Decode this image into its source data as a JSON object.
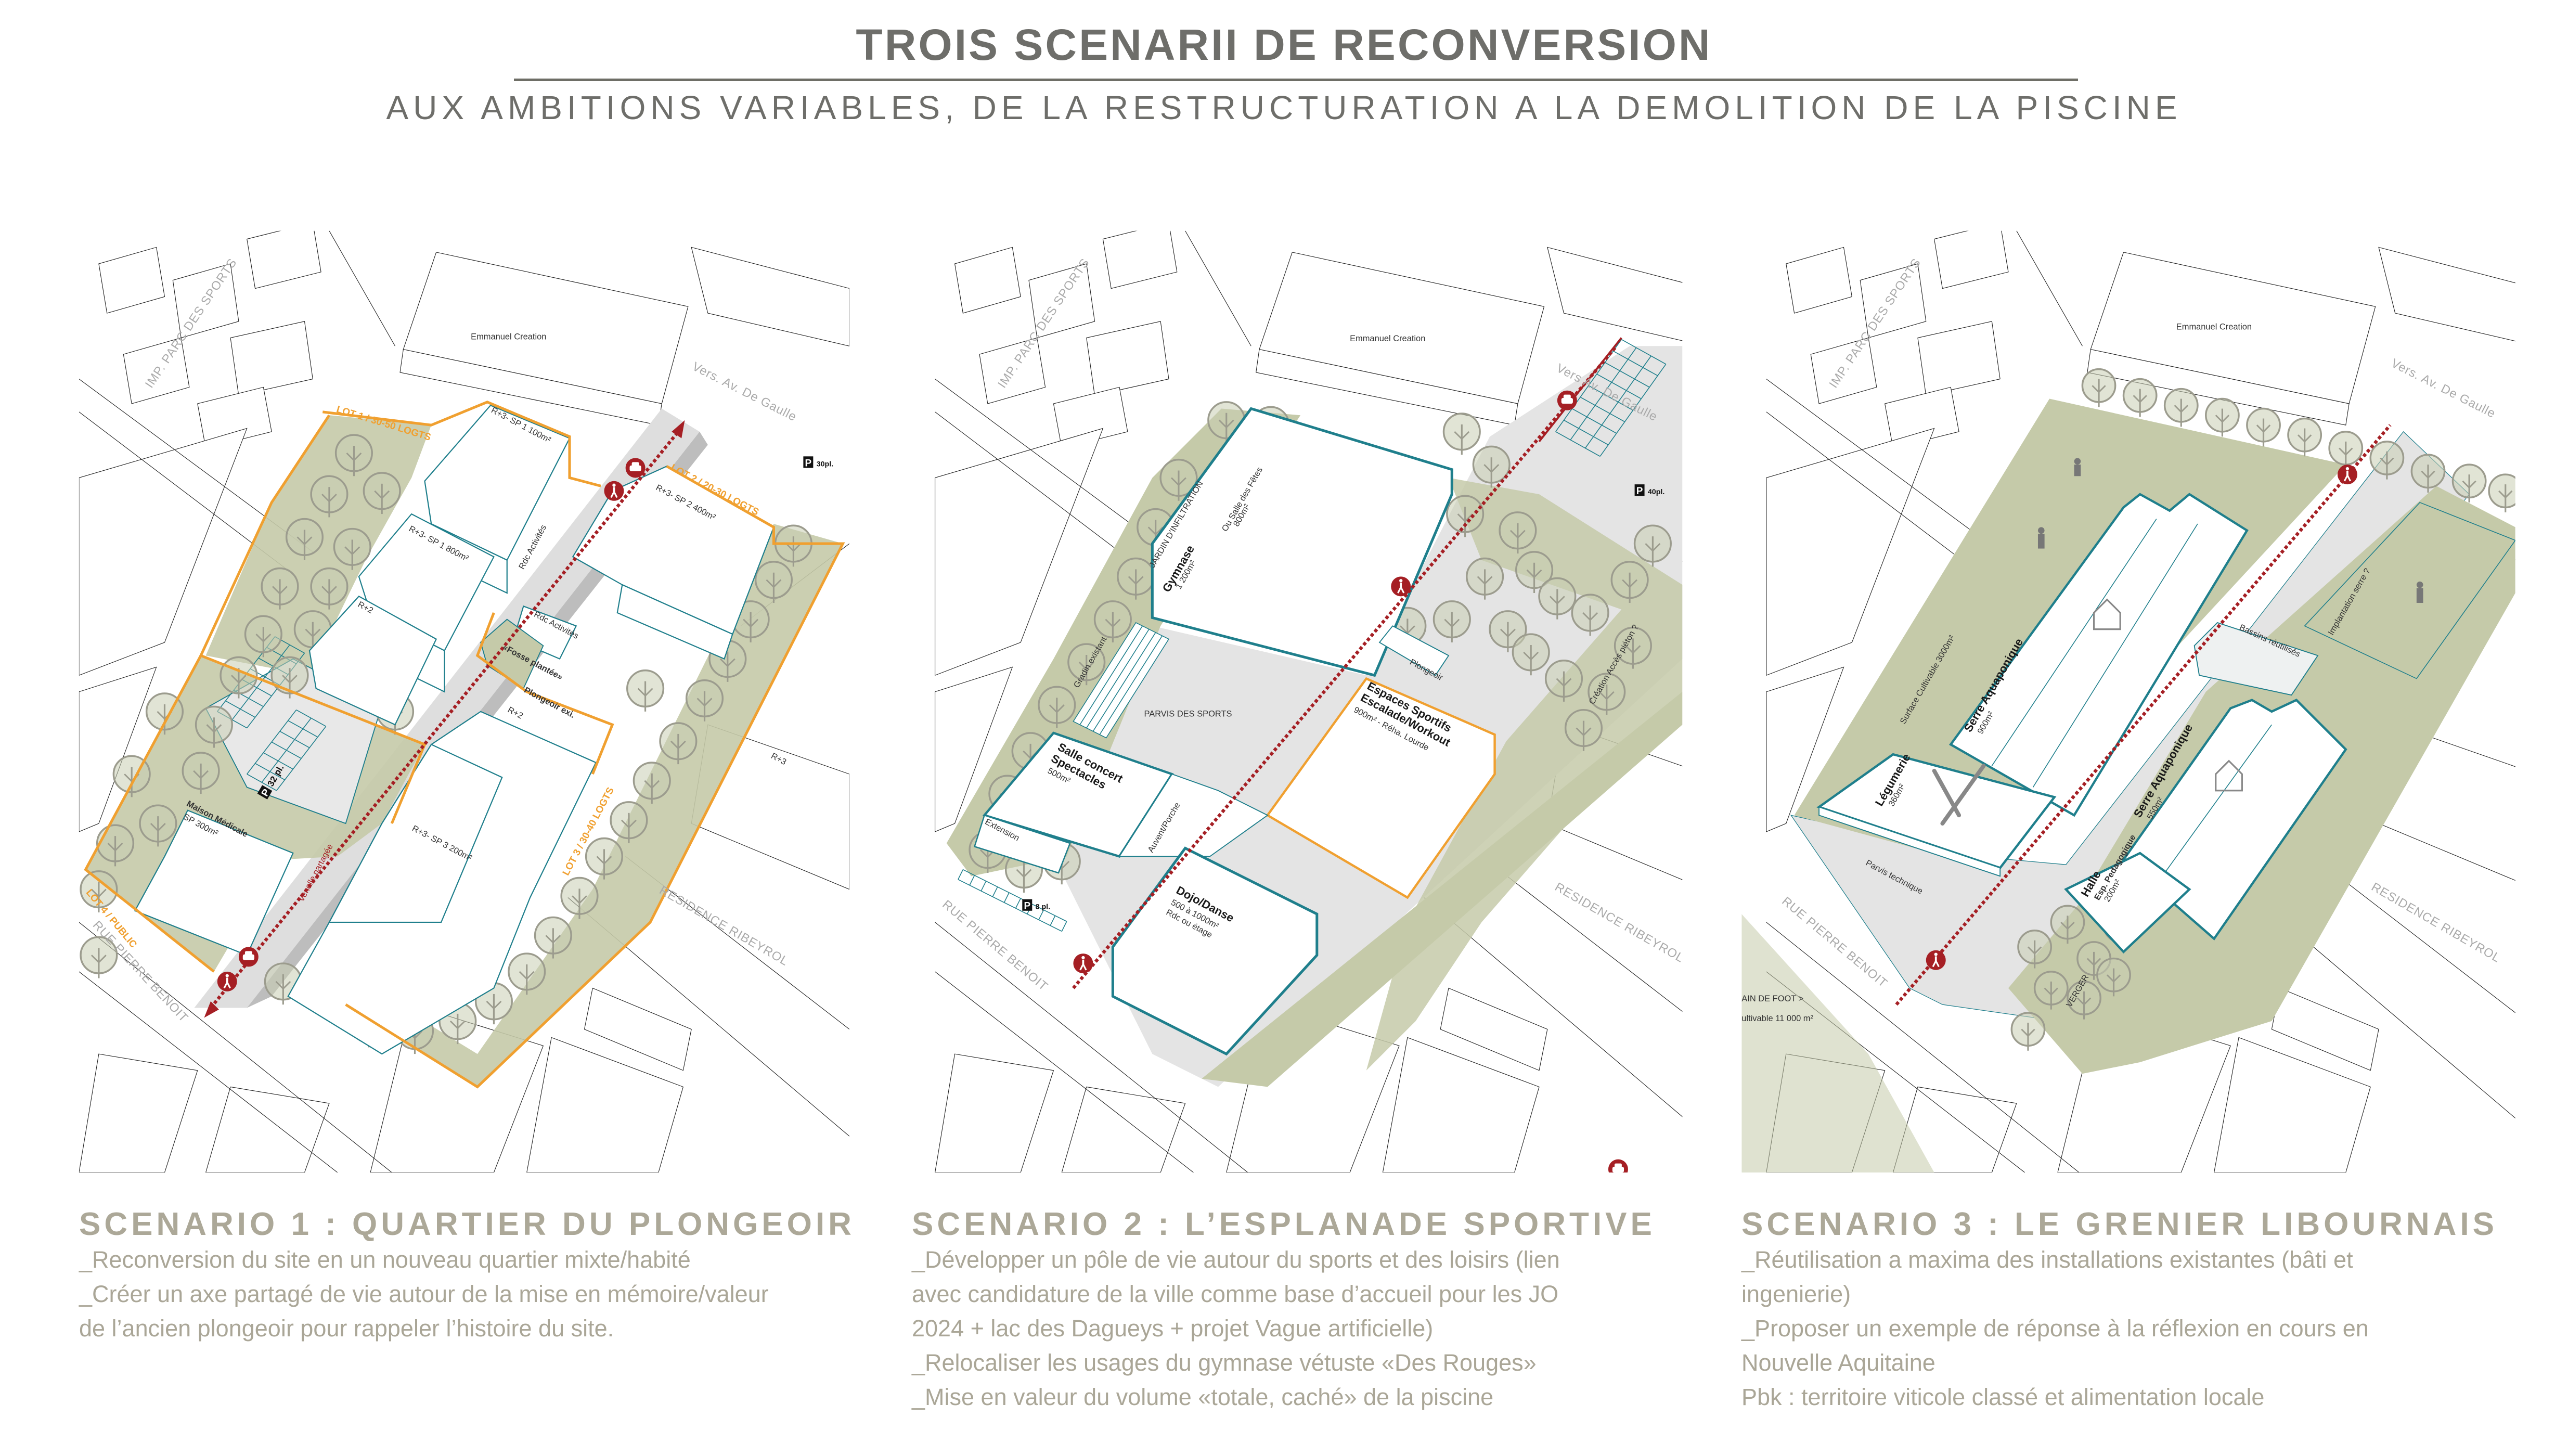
{
  "header": {
    "title": "TROIS SCENARII DE RECONVERSION",
    "subtitle": "AUX AMBITIONS VARIABLES, DE LA RESTRUCTURATION A LA DEMOLITION DE LA PISCINE"
  },
  "colors": {
    "green": "#c5caa9",
    "orange": "#f0a030",
    "teal": "#1f7f8c",
    "red": "#a51f24",
    "road": "#e4e4e4",
    "text_gray": "#aca898"
  },
  "parking_icon": "P",
  "scenarios": [
    {
      "heading": "SCENARIO 1 : QUARTIER DU PLONGEOIR",
      "lines": [
        "_Reconversion du site en un nouveau quartier mixte/habité",
        "_Créer un axe partagé de vie autour de la mise en mémoire/valeur",
        "de l’ancien plongeoir pour rappeler l’histoire du site."
      ],
      "map": {
        "street_imp": "IMP. PARC DES SPORTS",
        "existing_building": "Emmanuel Creation",
        "direction": "Vers. Av. De Gaulle",
        "parking_north": "30pl.",
        "lot1": "LOT 1 / 30-50 LOGTS",
        "lot2": "LOT 2 / 20-30 LOGTS",
        "lot3": "LOT 3 / 30-40 LOGTS",
        "lot4": "LOT 4 / PUBLIC",
        "b1": "R+3- SP 1 100m²",
        "b2": "R+3- SP 1 800m²",
        "b3": "R+2",
        "rdc1": "Rdc Activités",
        "rdc2": "Rdc Activités",
        "b5": "R+3- SP 2 400m²",
        "fosse": "«Fosse plantée»",
        "plongeoir": "Plongeoir exi.",
        "r2b": "R+2",
        "r3": "R+3",
        "parking_south": "32 pl.",
        "maison": "Maison Médicale",
        "maison_sp": "SP 300m²",
        "b_lot3": "R+3- SP 3 200m²",
        "venelle": "Venelle partagée",
        "street_rue": "RUE PIERRE BENOIT",
        "residence": "RESIDENCE RIBEYROL"
      }
    },
    {
      "heading": "SCENARIO 2 : L’ESPLANADE SPORTIVE",
      "lines": [
        "_Développer un pôle de vie autour du sports et des loisirs (lien",
        "avec candidature de la ville comme base d’accueil pour les JO",
        "2024 + lac des Dagueys + projet Vague artificielle)",
        "_Relocaliser les usages du gymnase vétuste «Des Rouges»",
        "_Mise en valeur du volume «totale, caché» de la piscine"
      ],
      "map": {
        "street_imp": "IMP. PARC DES SPORTS",
        "existing_building": "Emmanuel Creation",
        "direction": "Vers Av. De Gaulle",
        "parking_north": "40pl.",
        "gym": "Gymnase",
        "gym_area": "1 200m²",
        "jardin": "JARDIN D’INFILTRATION",
        "salle_fetes": "Ou Salle des Fêtes",
        "salle_fetes_area": "800m²",
        "gradin": "Gradin existant",
        "parvis": "PARVIS DES SPORTS",
        "plongeoir": "Plongeoir",
        "espaces": "Espaces Sportifs",
        "escalade": "Escalade/Workout",
        "espaces_area": "900m² - Réha. Lourde",
        "acces": "Création Accès piéton ?",
        "salle_concert": "Salle concert",
        "spectacles": "Spectacles",
        "concert_area": "500m²",
        "extension": "Extension",
        "auvent": "Auvent/Porche",
        "dojo": "Dojo/Danse",
        "dojo_area": "500 à 1000m²",
        "dojo_level": "Rdc ou étage",
        "parking_south": "8 pl.",
        "street_rue": "RUE PIERRE BENOIT",
        "residence": "RESIDENCE RIBEYROL"
      }
    },
    {
      "heading": "SCENARIO 3 : LE GRENIER LIBOURNAIS",
      "lines": [
        "_Réutilisation a maxima des installations existantes (bâti et",
        "ingenierie)",
        "_Proposer un exemple de réponse à la réflexion en cours en",
        "Nouvelle Aquitaine",
        "Pbk : territoire viticole classé et alimentation locale"
      ],
      "map": {
        "street_imp": "IMP. PARC DES SPORTS",
        "existing_building": "Emmanuel Creation",
        "direction": "Vers. Av. De Gaulle",
        "surface": "Surface Cultivable 3000m²",
        "serre1": "Serre Aquaponique",
        "serre1_area": "900m²",
        "legumerie": "Légumerie",
        "legumerie_area": "360m²",
        "bassins": "Bassins réutilisés",
        "implantation": "Implantation serre ?",
        "serre2": "Serre Aquaponique",
        "serre2_area": "550m²",
        "halle": "Halle",
        "halle_sub": "Esp. Pedagogique",
        "halle_area": "200m²",
        "parvis": "Parvis technique",
        "verger": "VERGER",
        "street_rue": "RUE PIERRE BENOIT",
        "residence": "RESIDENCE RIBEYROL",
        "foot1": "AIN DE FOOT >",
        "foot2": "ultivable 11 000 m²"
      }
    }
  ]
}
